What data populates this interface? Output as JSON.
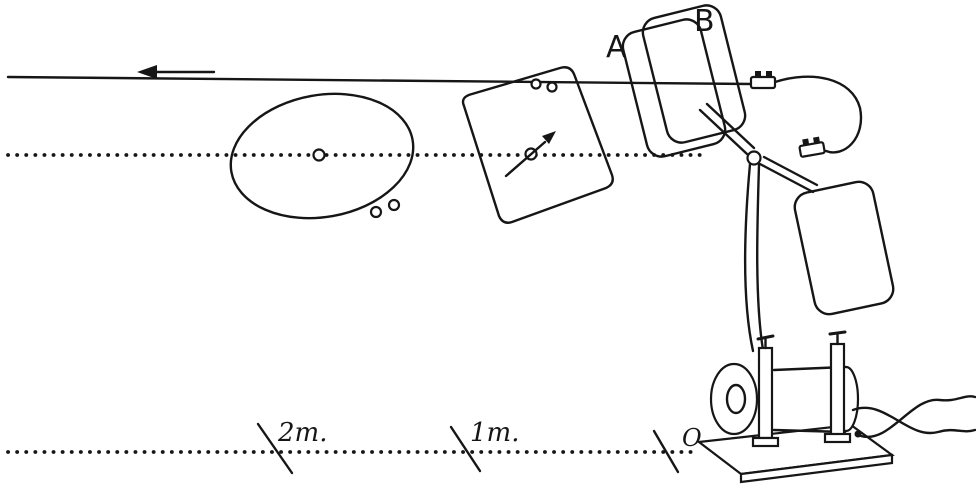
{
  "figure": {
    "labels": {
      "frame_a": "A",
      "frame_b": "B"
    },
    "distance_marks": [
      {
        "label": "2m."
      },
      {
        "label": "1m."
      },
      {
        "label": "O"
      }
    ],
    "icons": {
      "wave_direction_arrow": "left-arrow",
      "frame_motion_arrow": "up-right-arrow"
    },
    "colors": {
      "ink": "#161616",
      "paper": "#ffffff"
    }
  }
}
